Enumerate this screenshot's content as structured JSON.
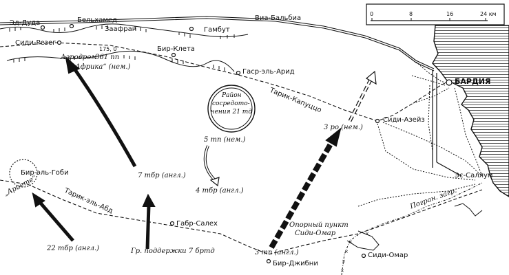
{
  "scale": {
    "ticks": [
      "0",
      "8",
      "16",
      "24 км"
    ]
  },
  "places": {
    "ed_duda": "Эд-Дуда",
    "belkhamed": "Бельхамед",
    "zaafran": "Заафран",
    "gambut": "Гамбут",
    "via_balbia": "Виа-Бальбиа",
    "sidi_rezeg": "Сиди-Резег",
    "bir_kleta": "Бир-Клета",
    "gasr_el_arid": "Гаср-эль-Арид",
    "bardia": "БАРДИЯ",
    "tarik_kapuzzo": "Тарик-Капуццо",
    "sidi_azeiz": "Сиди-Азейз",
    "es_sallum": "Эс-Саллум",
    "pogran_zagr": "Погран. загр.",
    "sidi_omar": "Сиди-Омар",
    "bir_dzhibni": "Бир-Джибни",
    "gabr_saleh": "Габр-Салех",
    "bir_el_gobi": "Бир-эль-Гоби",
    "tarik_el_abd": "Тарик-эль-Абд",
    "elev_175": "175, 0"
  },
  "units": {
    "pp361": "361 пп",
    "afrika": "„Африка“ (нем.)",
    "aerodrom": "Аэродром",
    "assembly_line1": "Район",
    "assembly_line2": "сосредото-",
    "assembly_line3": "чения 21 тд",
    "tp5": "5 тп (нем.)",
    "tbr4": "4 тбр (англ.)",
    "tbr7": "7 тбр (англ.)",
    "tbr22": "22 тбр (англ.)",
    "support": "Гр. поддержки 7 бртд",
    "tp3": "3 тп (англ.)",
    "ro3": "3 ро (нем.)",
    "strongpoint1": "Опорный пункт",
    "strongpoint2": "Сиди-Омар",
    "ariete": "„Ариете“"
  }
}
